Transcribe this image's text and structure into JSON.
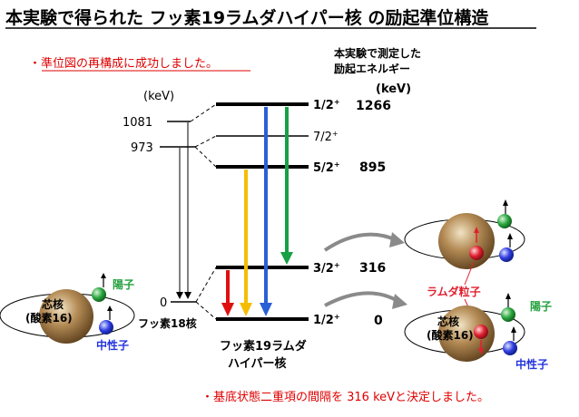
{
  "title": "本実験で得られた フッ素19ラムダハイパー核 の励起準位構造",
  "note_top": "・準位図の再構成に成功しました。",
  "note_bottom": "・基底状態二重項の間隔を 316 keVと決定しました。",
  "header_measured_line1": "本実験で測定した",
  "header_measured_line2": "励起エネルギー",
  "unit_kev_left": "(keV)",
  "unit_kev_right": "(keV)",
  "f18": {
    "label": "フッ素18核",
    "levels": [
      {
        "energy": "1081"
      },
      {
        "energy": "973"
      },
      {
        "energy": "0"
      }
    ]
  },
  "f19": {
    "label_line1": "フッ素19ラムダ",
    "label_line2": "ハイパー核",
    "levels": [
      {
        "spin": "1/2",
        "spin_sup": "+",
        "energy": "1266",
        "kind": "thick"
      },
      {
        "spin": "7/2",
        "spin_sup": "+",
        "energy": "",
        "kind": "thin"
      },
      {
        "spin": "5/2",
        "spin_sup": "+",
        "energy": "895",
        "kind": "thick"
      },
      {
        "spin": "3/2",
        "spin_sup": "+",
        "energy": "316",
        "kind": "thick"
      },
      {
        "spin": "1/2",
        "spin_sup": "+",
        "energy": "0",
        "kind": "thick"
      }
    ]
  },
  "transitions": [
    {
      "from": "3/2+",
      "to": "1/2+",
      "color": "#e01010"
    },
    {
      "from": "5/2+",
      "to": "1/2+",
      "color": "#f5bd00"
    },
    {
      "from": "1/2+ (1266)",
      "to": "1/2+",
      "color": "#2a5fd6"
    },
    {
      "from": "1/2+ (1266)",
      "to": "3/2+",
      "color": "#17a046"
    }
  ],
  "nucleus_left": {
    "core_line1": "芯核",
    "core_line2": "(酸素16)",
    "proton_label": "陽子",
    "neutron_label": "中性子"
  },
  "nucleus_right_bottom": {
    "core_line1": "芯核",
    "core_line2": "(酸素16)",
    "lambda_label": "ラムダ粒子",
    "proton_label": "陽子",
    "neutron_label": "中性子"
  },
  "colors": {
    "title": "#000000",
    "note": "#e00000",
    "proton": "#22a03c",
    "neutron": "#2233dd",
    "lambda": "#e02030",
    "core": "#8b6a3e"
  }
}
